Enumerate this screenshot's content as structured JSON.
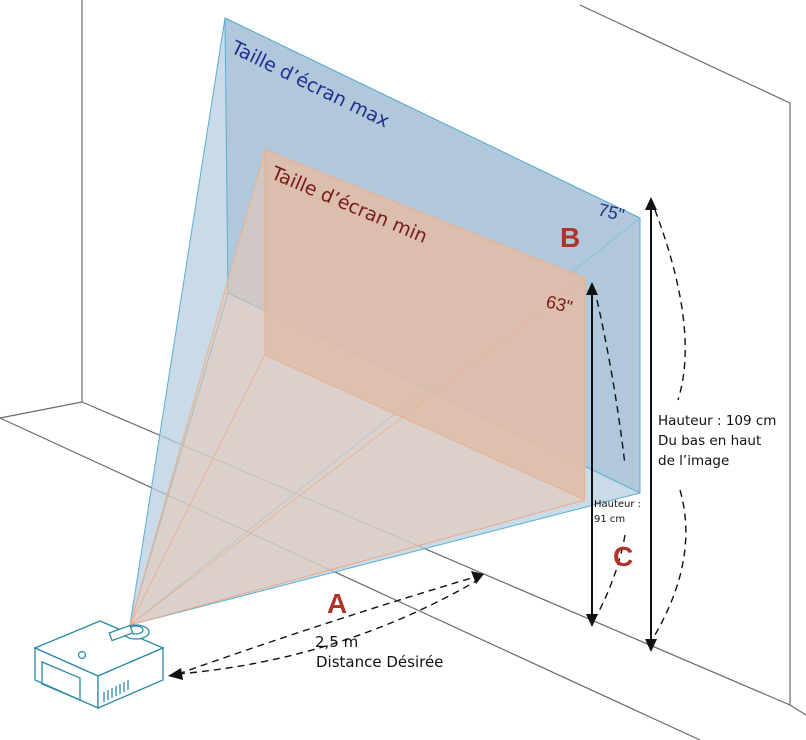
{
  "labels": {
    "max_screen": "Taille d’écran max",
    "min_screen": "Taille d’écran min",
    "max_size": "75\"",
    "min_size": "63\"",
    "letter_a": "A",
    "letter_b": "B",
    "letter_c": "C",
    "distance_value": "2,5 m",
    "distance_caption": "Distance Désirée",
    "height_max_line1": "Hauteur : 109 cm",
    "height_max_line2": "Du bas en haut",
    "height_max_line3": "de l’image",
    "height_min_line1": "Hauteur :",
    "height_min_line2": "91 cm"
  },
  "colors": {
    "max_screen_text": "#1f2f8f",
    "min_screen_text": "#7a1a14",
    "letters": "#b0332a",
    "max_fill": "#a9c3d9",
    "min_fill": "#e7c2ac",
    "outline": "#5aaecf"
  },
  "icons": [
    "projector-icon"
  ]
}
